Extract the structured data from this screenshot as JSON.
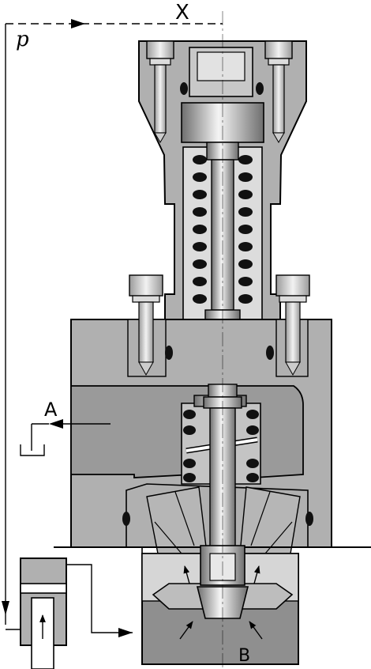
{
  "labels": {
    "port_x": "X",
    "pressure": "p",
    "port_a": "A",
    "port_b": "B"
  },
  "colors": {
    "body": "#b0b0b0",
    "body_dark": "#8f8f8f",
    "light": "#d6d6d6",
    "chamber": "#9a9a9a",
    "ink": "#000000",
    "seal": "#111111"
  }
}
